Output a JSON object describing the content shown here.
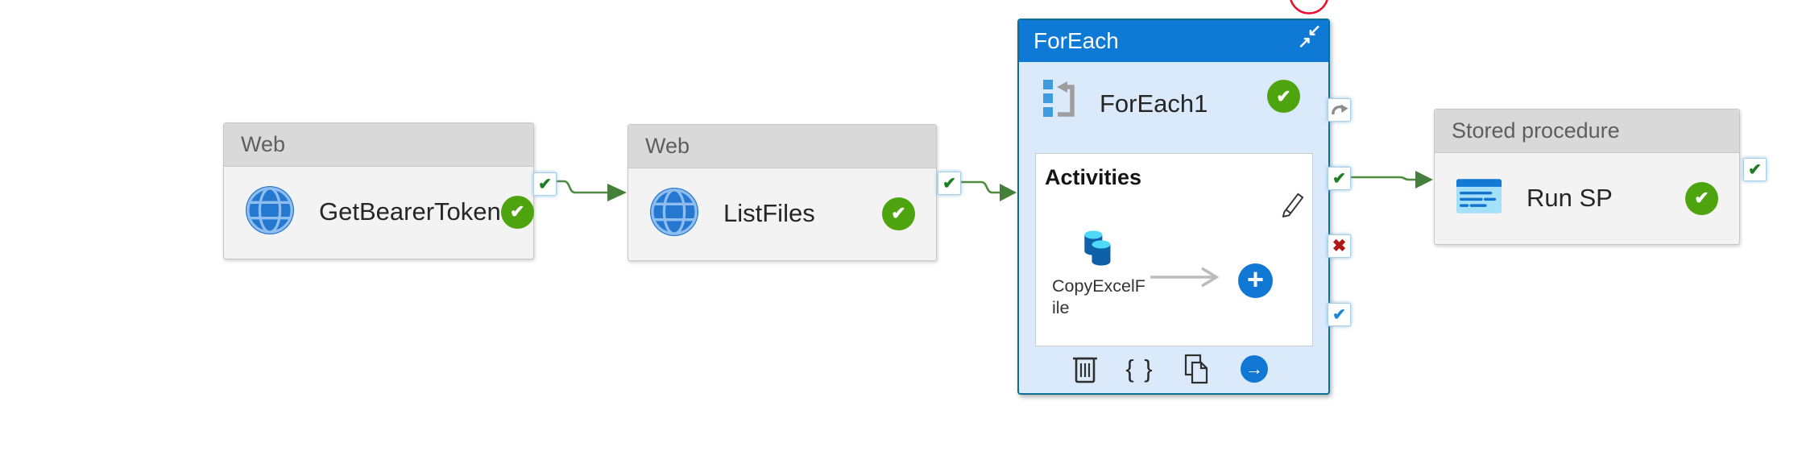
{
  "nodes": {
    "get_bearer_token": {
      "type_label": "Web",
      "name": "GetBearerToken"
    },
    "list_files": {
      "type_label": "Web",
      "name": "ListFiles"
    },
    "for_each": {
      "type_label": "ForEach",
      "name": "ForEach1",
      "activities_label": "Activities",
      "child_activity_name": "CopyExcelFile"
    },
    "run_sp": {
      "type_label": "Stored procedure",
      "name": "Run SP"
    }
  },
  "glyphs": {
    "success_check": "✔",
    "handle_check": "✔",
    "handle_cross": "✖",
    "braces": "{ }",
    "plus": "+",
    "arrow_right": "→",
    "collapse_in": "↙",
    "collapse_out": "↗"
  },
  "colors": {
    "success_green": "#4ea40f",
    "connector_green": "#4e8b3f",
    "handle_check_green": "#1e7e23",
    "fail_red": "#b01717",
    "completion_blue": "#1e88d8",
    "foreach_header_blue": "#0f7ad6",
    "foreach_body_blue": "#daeafb",
    "foreach_border": "#0e6f96",
    "action_blue": "#1077d4",
    "node_header_gray": "#d9d9d9",
    "annotation_red": "#e8112d"
  }
}
